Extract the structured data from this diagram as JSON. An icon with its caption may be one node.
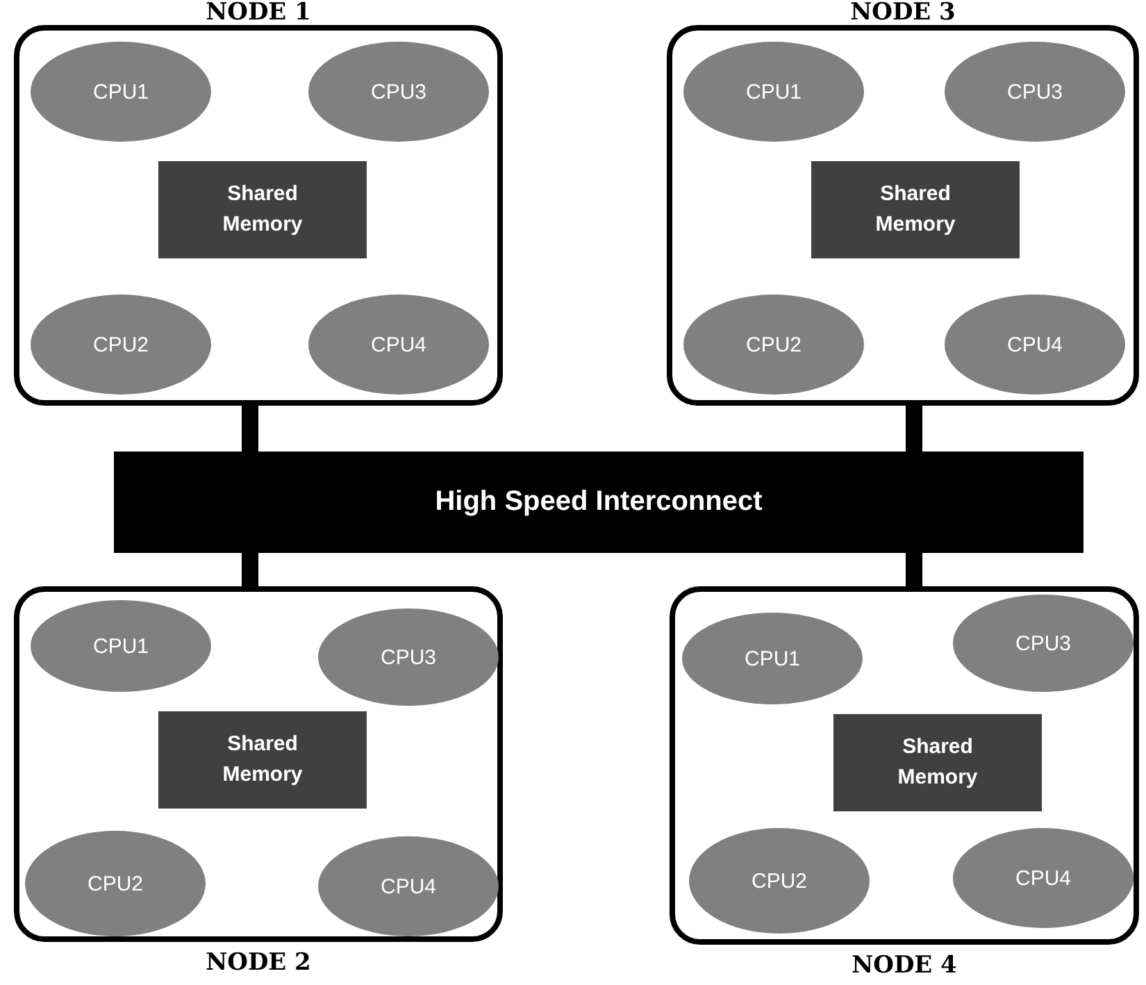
{
  "diagram": {
    "nodes": [
      {
        "text": [
          "NODE 1"
        ]
      },
      {
        "text": [
          "CPU1"
        ],
        "in": 0
      },
      {
        "text": [
          "CPU3"
        ],
        "in": 0
      },
      {
        "text": [
          "Shared Memory"
        ],
        "in": 0
      },
      {
        "text": [
          "CPU2"
        ],
        "in": 0
      },
      {
        "text": [
          "CPU4"
        ],
        "in": 0
      },
      {
        "text": [
          "NODE 3"
        ]
      },
      {
        "text": [
          "CPU1"
        ],
        "in": 6
      },
      {
        "text": [
          "CPU3"
        ],
        "in": 6
      },
      {
        "text": [
          "Shared Memory"
        ],
        "in": 6
      },
      {
        "text": [
          "CPU2"
        ],
        "in": 6
      },
      {
        "text": [
          "CPU4"
        ],
        "in": 6
      },
      {
        "text": [
          "High Speed Interconnect"
        ]
      },
      {
        "text": [
          "CPU1"
        ],
        "in": 18
      },
      {
        "text": [
          "CPU3"
        ],
        "in": 18
      },
      {
        "text": [
          "Shared Memory"
        ],
        "in": 18
      },
      {
        "text": [
          "CPU2"
        ],
        "in": 18
      },
      {
        "text": [
          "CPU4"
        ],
        "in": 18
      },
      {
        "text": [
          "NODE 2"
        ]
      },
      {
        "text": [
          "CPU1"
        ],
        "in": 24
      },
      {
        "text": [
          "CPU3"
        ],
        "in": 24
      },
      {
        "text": [
          "Shared Memory"
        ],
        "in": 24
      },
      {
        "text": [
          "CPU2"
        ],
        "in": 24
      },
      {
        "text": [
          "CPU4"
        ],
        "in": 24
      },
      {
        "text": [
          "NODE 4"
        ]
      }
    ],
    "edges": [
      {
        "from": 0,
        "to": 12,
        "arrow": "none"
      },
      {
        "from": 6,
        "to": 12,
        "arrow": "none"
      },
      {
        "from": 12,
        "to": 18,
        "arrow": "none"
      },
      {
        "from": 12,
        "to": 24,
        "arrow": "none"
      }
    ]
  }
}
